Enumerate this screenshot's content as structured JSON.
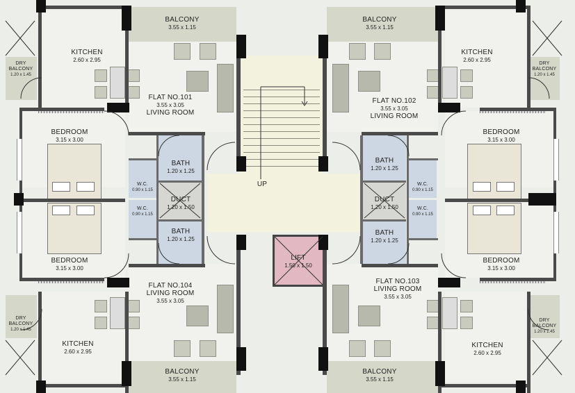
{
  "labels": {
    "balcony": "BALCONY",
    "balcony_dim": "3.55 x 1.15",
    "kitchen": "KITCHEN",
    "kitchen_dim": "2.60 x 2.95",
    "dry_balcony": "DRY\nBALCONY",
    "dry_balcony_dim": "1.20 x 1.45",
    "living_room": "LIVING ROOM",
    "living_dim": "3.55 x 3.05",
    "bedroom": "BEDROOM",
    "bedroom_dim": "3.15 x 3.00",
    "bath": "BATH",
    "bath_dim": "1.20 x 1.25",
    "wc": "W.C.",
    "wc_dim": "0.90 x 1.15",
    "duct": "DUCT",
    "duct_dim": "1.20 x 1.50",
    "lift": "LIFT",
    "lift_dim": "1.50 x 1.50",
    "up": "UP"
  },
  "flats": {
    "f101": "FLAT NO.101",
    "f102": "FLAT NO.102",
    "f103": "FLAT NO.103",
    "f104": "FLAT NO.104"
  }
}
